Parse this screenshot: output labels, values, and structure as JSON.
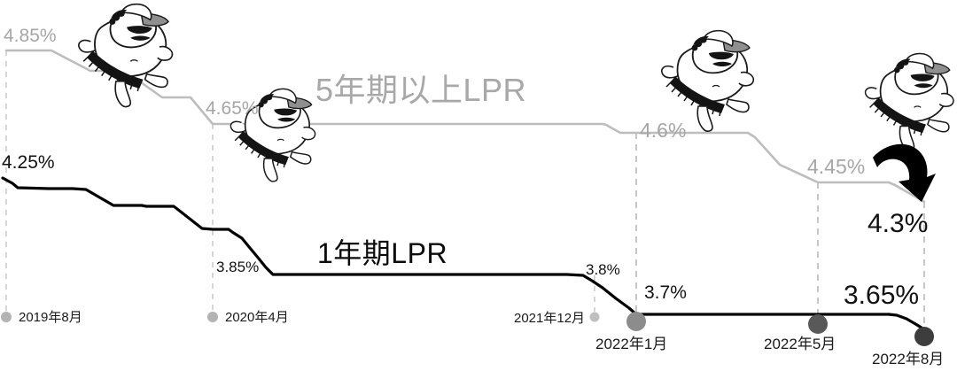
{
  "chart_data": {
    "type": "line",
    "title": "",
    "xlabel": "",
    "ylabel": "",
    "grid": "vertical-dashed",
    "legend_position": "inline-on-series",
    "categories": [
      "2019年8月",
      "2020年4月",
      "2021年12月",
      "2022年1月",
      "2022年5月",
      "2022年8月"
    ],
    "series": [
      {
        "name": "5年期以上LPR",
        "color": "#bdbdbd",
        "labeled_points": [
          {
            "x": "2019年8月",
            "value": 4.85,
            "label": "4.85%"
          },
          {
            "x": "2020年4月",
            "value": 4.65,
            "label": "4.65%"
          },
          {
            "x": "2022年1月",
            "value": 4.6,
            "label": "4.6%"
          },
          {
            "x": "2022年5月",
            "value": 4.45,
            "label": "4.45%"
          },
          {
            "x": "2022年8月",
            "value": 4.3,
            "label": "4.3%"
          }
        ],
        "values": [
          4.85,
          4.65,
          4.65,
          4.6,
          4.45,
          4.3
        ]
      },
      {
        "name": "1年期LPR",
        "color": "#000000",
        "labeled_points": [
          {
            "x": "2019年8月",
            "value": 4.25,
            "label": "4.25%"
          },
          {
            "x": "2020年4月",
            "value": 3.85,
            "label": "3.85%"
          },
          {
            "x": "2021年12月",
            "value": 3.8,
            "label": "3.8%"
          },
          {
            "x": "2022年1月",
            "value": 3.7,
            "label": "3.7%"
          },
          {
            "x": "2022年8月",
            "value": 3.65,
            "label": "3.65%"
          }
        ],
        "values": [
          4.25,
          3.85,
          3.8,
          3.7,
          3.7,
          3.65
        ]
      }
    ]
  },
  "series_titles": {
    "five_year": "5年期以上LPR",
    "one_year": "1年期LPR"
  },
  "value_labels": {
    "gray_485": "4.85%",
    "gray_465": "4.65%",
    "gray_46": "4.6%",
    "gray_445": "4.45%",
    "gray_43": "4.3%",
    "black_425": "4.25%",
    "black_385": "3.85%",
    "black_38": "3.8%",
    "black_37": "3.7%",
    "black_365": "3.65%"
  },
  "axis_dates": {
    "d1": "2019年8月",
    "d2": "2020年4月",
    "d3": "2021年12月",
    "d4": "2022年1月",
    "d5": "2022年5月",
    "d6": "2022年8月"
  },
  "colors": {
    "gray_line": "#bdbdbd",
    "black_line": "#000000",
    "gray_text": "#a6a6a6",
    "black_text": "#111111",
    "gridline": "#c9c9c9",
    "dot_light": "#b3b3b3",
    "dot_mid": "#8a8a8a",
    "dot_dark": "#595959",
    "arrow": "#000000"
  },
  "decorations": {
    "arrow": "curved-down-right-arrow",
    "mascots": [
      {
        "name": "running-man-icon-1"
      },
      {
        "name": "running-man-icon-2"
      },
      {
        "name": "running-man-icon-3"
      },
      {
        "name": "running-man-icon-4"
      }
    ]
  }
}
